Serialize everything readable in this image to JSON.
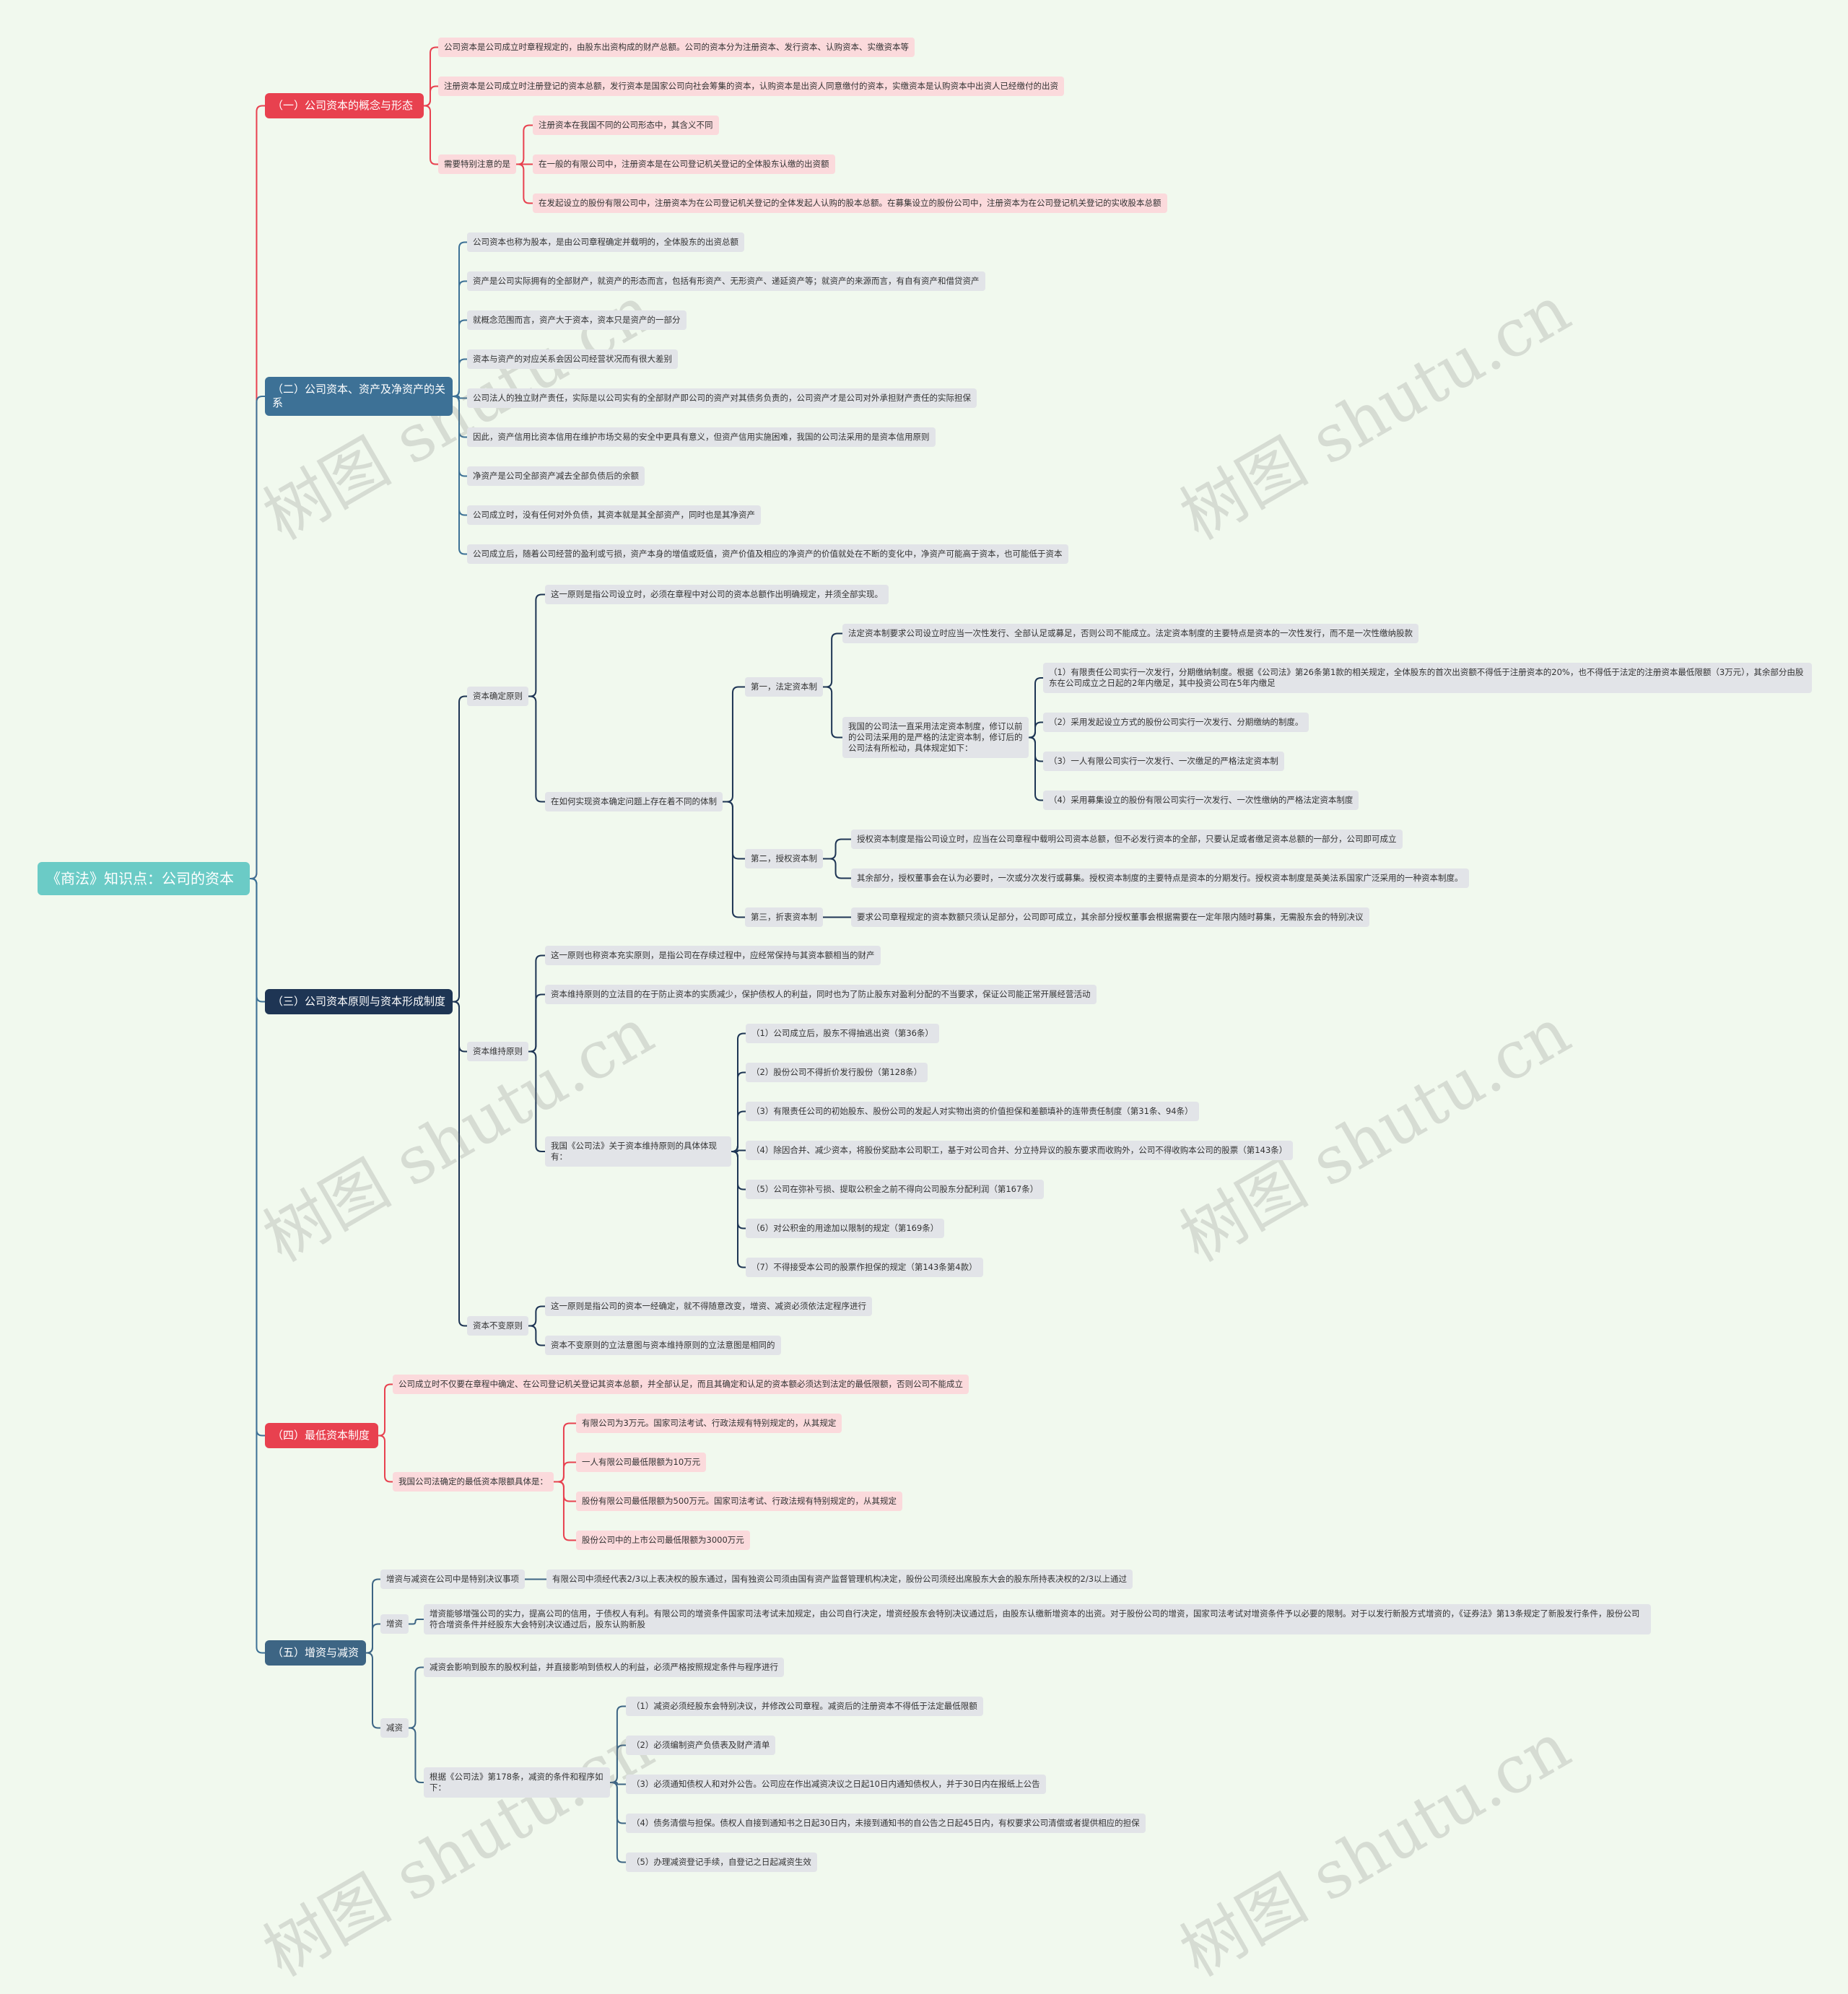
{
  "root": "《商法》知识点：公司的资本",
  "watermark": "树图 shutu.cn",
  "colors": {
    "red": "#e8414f",
    "blue": "#3d7196",
    "navy": "#1e3554",
    "slate": "#3d6584",
    "root": "#6bcbc6",
    "pink_leaf": "#fbdadc",
    "grey_leaf": "#e2e4e8"
  },
  "branch1": {
    "title": "（一）公司资本的概念与形态",
    "n1": "公司资本是公司成立时章程规定的，由股东出资构成的财产总额。公司的资本分为注册资本、发行资本、认购资本、实缴资本等",
    "n2": "注册资本是公司成立时注册登记的资本总额，发行资本是国家公司向社会筹集的资本，认购资本是出资人同意缴付的资本，实缴资本是认购资本中出资人已经缴付的出资",
    "n3": "需要特别注意的是",
    "n3a": "注册资本在我国不同的公司形态中，其含义不同",
    "n3b": "在一般的有限公司中，注册资本是在公司登记机关登记的全体股东认缴的出资额",
    "n3c": "在发起设立的股份有限公司中，注册资本为在公司登记机关登记的全体发起人认购的股本总额。在募集设立的股份公司中，注册资本为在公司登记机关登记的实收股本总额"
  },
  "branch2": {
    "title": "（二）公司资本、资产及净资产的关系",
    "items": [
      "公司资本也称为股本，是由公司章程确定并载明的，全体股东的出资总额",
      "资产是公司实际拥有的全部财产，就资产的形态而言，包括有形资产、无形资产、递延资产等；就资产的来源而言，有自有资产和借贷资产",
      "就概念范围而言，资产大于资本，资本只是资产的一部分",
      "资本与资产的对应关系会因公司经营状况而有很大差别",
      "公司法人的独立财产责任，实际是以公司实有的全部财产即公司的资产对其债务负责的，公司资产才是公司对外承担财产责任的实际担保",
      "因此，资产信用比资本信用在维护市场交易的安全中更具有意义，但资产信用实施困难，我国的公司法采用的是资本信用原则",
      "净资产是公司全部资产减去全部负债后的余额",
      "公司成立时，没有任何对外负债，其资本就是其全部资产，同时也是其净资产",
      "公司成立后，随着公司经营的盈利或亏损，资产本身的增值或贬值，资产价值及相应的净资产的价值就处在不断的变化中，净资产可能高于资本，也可能低于资本"
    ]
  },
  "branch3": {
    "title": "（三）公司资本原则与资本形成制度",
    "p1": {
      "label": "资本确定原则",
      "a": "这一原则是指公司设立时，必须在章程中对公司的资本总额作出明确规定，并须全部实现。",
      "b": "在如何实现资本确定问题上存在着不同的体制",
      "s1": "第一，法定资本制",
      "s1a": "法定资本制要求公司设立时应当一次性发行、全部认足或募足，否则公司不能成立。法定资本制度的主要特点是资本的一次性发行，而不是一次性缴纳股款",
      "s1b": "我国的公司法一直采用法定资本制度，修订以前的公司法采用的是严格的法定资本制，修订后的公司法有所松动，具体规定如下：",
      "s1b1": "（1）有限责任公司实行一次发行，分期缴纳制度。根据《公司法》第26条第1款的相关规定，全体股东的首次出资额不得低于注册资本的20%，也不得低于法定的注册资本最低限额（3万元），其余部分由股东在公司成立之日起的2年内缴足，其中投资公司在5年内缴足",
      "s1b2": "（2）采用发起设立方式的股份公司实行一次发行、分期缴纳的制度。",
      "s1b3": "（3）一人有限公司实行一次发行、一次缴足的严格法定资本制",
      "s1b4": "（4）采用募集设立的股份有限公司实行一次发行、一次性缴纳的严格法定资本制度",
      "s2": "第二，授权资本制",
      "s2a": "授权资本制度是指公司设立时，应当在公司章程中载明公司资本总额，但不必发行资本的全部，只要认足或者缴足资本总额的一部分，公司即可成立",
      "s2b": "其余部分，授权董事会在认为必要时，一次或分次发行或募集。授权资本制度的主要特点是资本的分期发行。授权资本制度是英美法系国家广泛采用的一种资本制度。",
      "s3": "第三，折衷资本制",
      "s3a": "要求公司章程规定的资本数额只须认足部分，公司即可成立，其余部分授权董事会根据需要在一定年限内随时募集，无需股东会的特别决议"
    },
    "p2": {
      "label": "资本维持原则",
      "a": "这一原则也称资本充实原则，是指公司在存续过程中，应经常保持与其资本额相当的财产",
      "b": "资本维持原则的立法目的在于防止资本的实质减少，保护债权人的利益，同时也为了防止股东对盈利分配的不当要求，保证公司能正常开展经营活动",
      "c": "我国《公司法》关于资本维持原则的具体体现有：",
      "c1": "（1）公司成立后，股东不得抽逃出资（第36条）",
      "c2": "（2）股份公司不得折价发行股份（第128条）",
      "c3": "（3）有限责任公司的初始股东、股份公司的发起人对实物出资的价值担保和差额填补的连带责任制度（第31条、94条）",
      "c4": "（4）除因合并、减少资本，将股份奖励本公司职工，基于对公司合并、分立持异议的股东要求而收购外，公司不得收购本公司的股票（第143条）",
      "c5": "（5）公司在弥补亏损、提取公积金之前不得向公司股东分配利润（第167条）",
      "c6": "（6）对公积金的用途加以限制的规定（第169条）",
      "c7": "（7）不得接受本公司的股票作担保的规定（第143条第4款）"
    },
    "p3": {
      "label": "资本不变原则",
      "a": "这一原则是指公司的资本一经确定，就不得随意改变，增资、减资必须依法定程序进行",
      "b": "资本不变原则的立法意图与资本维持原则的立法意图是相同的"
    }
  },
  "branch4": {
    "title": "（四）最低资本制度",
    "n1": "公司成立时不仅要在章程中确定、在公司登记机关登记其资本总额，并全部认足，而且其确定和认足的资本额必须达到法定的最低限额，否则公司不能成立",
    "n2": "我国公司法确定的最低资本限额具体是：",
    "n2a": "有限公司为3万元。国家司法考试、行政法规有特别规定的，从其规定",
    "n2b": "一人有限公司最低限额为10万元",
    "n2c": "股份有限公司最低限额为500万元。国家司法考试、行政法规有特别规定的，从其规定",
    "n2d": "股份公司中的上市公司最低限额为3000万元"
  },
  "branch5": {
    "title": "（五）增资与减资",
    "n1": "增资与减资在公司中是特别决议事项",
    "n1a": "有限公司中须经代表2/3以上表决权的股东通过，国有独资公司须由国有资产监督管理机构决定，股份公司须经出席股东大会的股东所持表决权的2/3以上通过",
    "n2": "增资",
    "n2a": "增资能够增强公司的实力，提高公司的信用，于债权人有利。有限公司的增资条件国家司法考试未加规定，由公司自行决定，增资经股东会特别决议通过后，由股东认缴新增资本的出资。对于股份公司的增资，国家司法考试对增资条件予以必要的限制。对于以发行新股方式增资的，《证券法》第13条规定了新股发行条件，股份公司符合增资条件并经股东大会特别决议通过后，股东认购新股",
    "n3": "减资",
    "n3a": "减资会影响到股东的股权利益，并直接影响到债权人的利益，必须严格按照规定条件与程序进行",
    "n3b": "根据《公司法》第178条，减资的条件和程序如下：",
    "n3b1": "（1）减资必须经股东会特别决议，并修改公司章程。减资后的注册资本不得低于法定最低限额",
    "n3b2": "（2）必须编制资产负债表及财产清单",
    "n3b3": "（3）必须通知债权人和对外公告。公司应在作出减资决议之日起10日内通知债权人，并于30日内在报纸上公告",
    "n3b4": "（4）债务清偿与担保。债权人自接到通知书之日起30日内，未接到通知书的自公告之日起45日内，有权要求公司清偿或者提供相应的担保",
    "n3b5": "（5）办理减资登记手续，自登记之日起减资生效"
  }
}
